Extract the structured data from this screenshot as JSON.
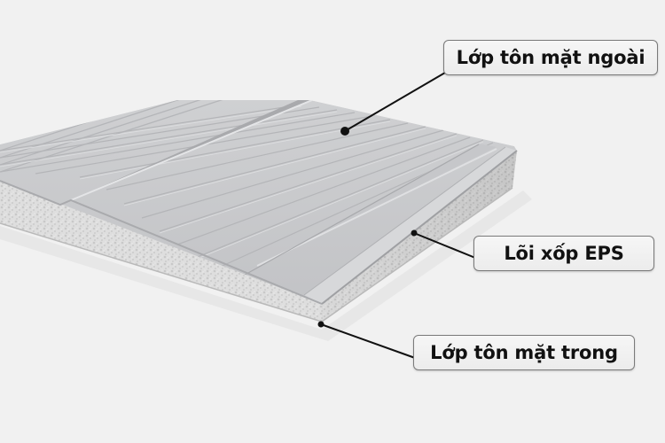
{
  "diagram": {
    "subject": "EPS sandwich panel cross-section",
    "colors": {
      "background": "#f1f1f1",
      "steel_surface": "#c9cacc",
      "steel_rib": "#b3b4b7",
      "steel_highlight": "#dedfe1",
      "foam_core": "#e4e4e4",
      "leader_line": "#111111"
    },
    "labels": [
      {
        "id": "outer-steel",
        "text": "Lớp tôn mặt ngoài"
      },
      {
        "id": "eps-core",
        "text": "Lõi xốp EPS"
      },
      {
        "id": "inner-steel",
        "text": "Lớp tôn mặt trong"
      }
    ]
  }
}
